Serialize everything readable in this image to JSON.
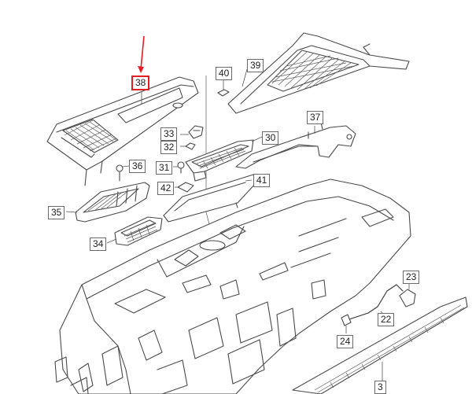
{
  "labels": {
    "p38": "38",
    "p40": "40",
    "p39": "39",
    "p37": "37",
    "p33": "33",
    "p30": "30",
    "p32": "32",
    "p36": "36",
    "p31": "31",
    "p41": "41",
    "p42": "42",
    "p35": "35",
    "p34": "34",
    "p23": "23",
    "p22": "22",
    "p24": "24",
    "p3": "3"
  },
  "colors": {
    "highlight": "#e31e24",
    "line": "#4a4a4a"
  }
}
